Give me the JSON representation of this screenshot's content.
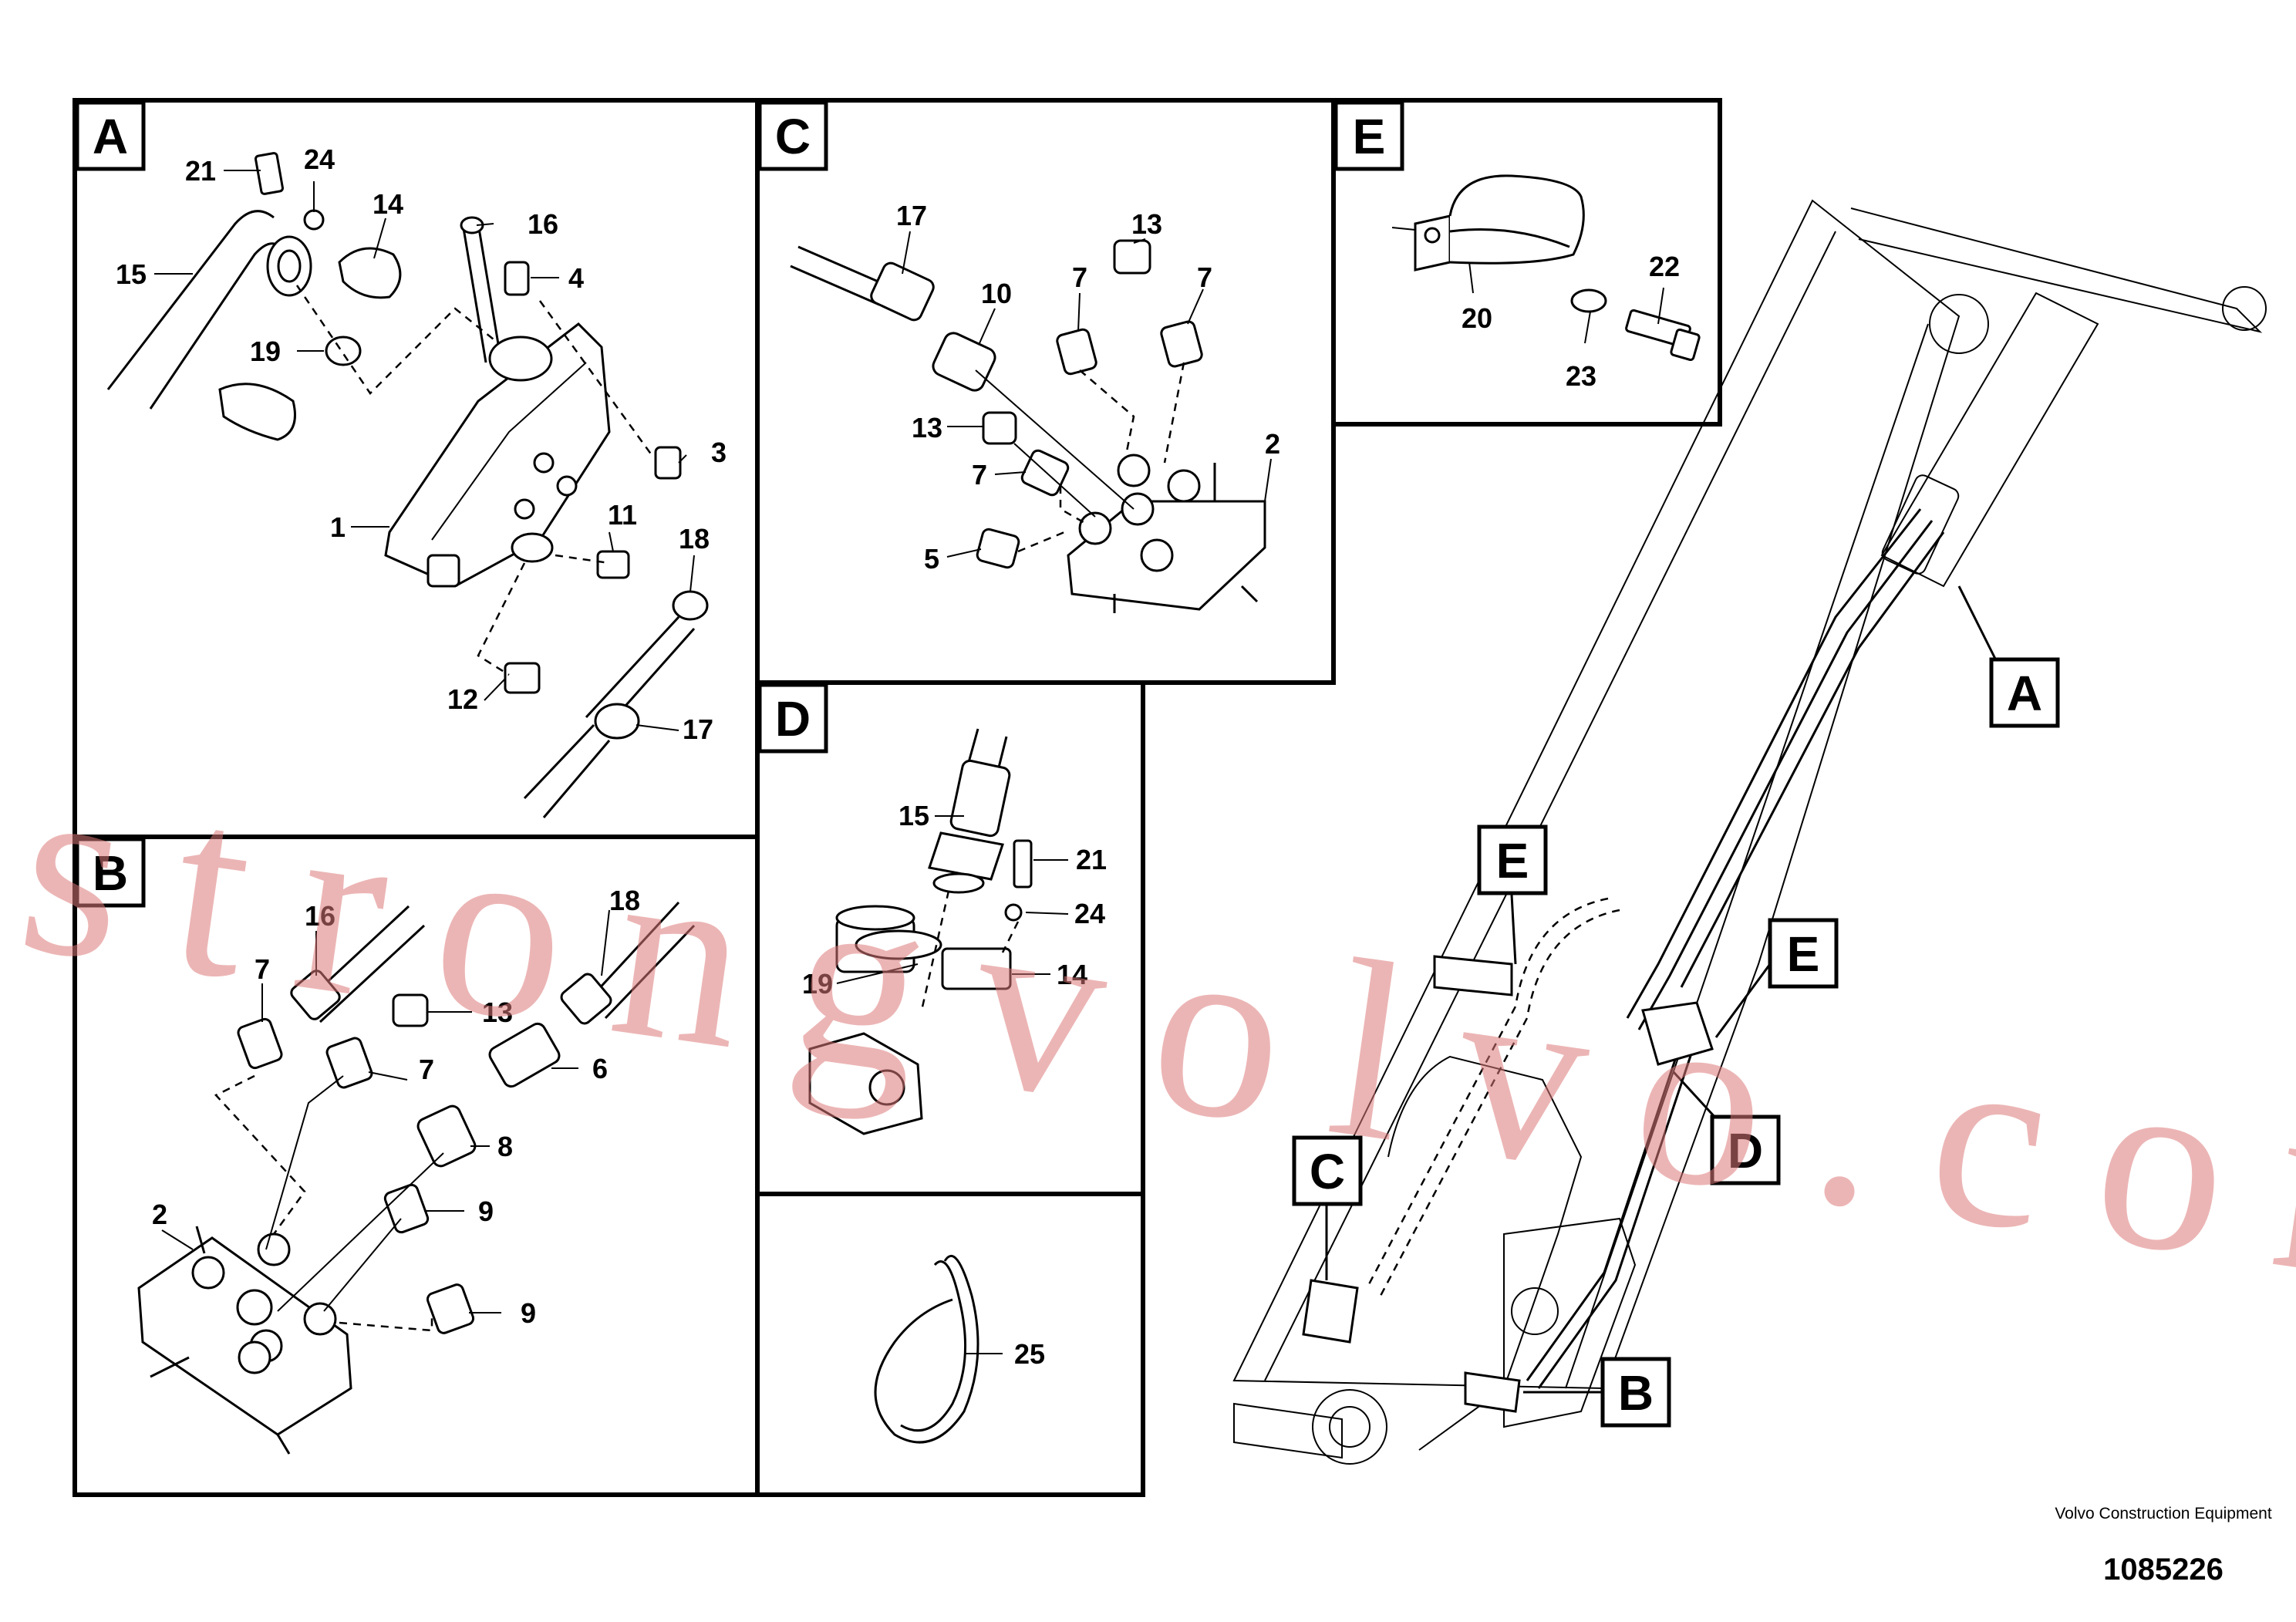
{
  "publisher": "Volvo Construction Equipment",
  "drawing_number": "1085226",
  "watermark": "strongvolvo.com",
  "panels": {
    "A": {
      "label": "A",
      "callouts": [
        "21",
        "24",
        "14",
        "16",
        "15",
        "4",
        "19",
        "3",
        "1",
        "11",
        "18",
        "12",
        "17"
      ]
    },
    "B": {
      "label": "B",
      "callouts": [
        "16",
        "18",
        "7",
        "13",
        "7",
        "6",
        "8",
        "2",
        "9",
        "9"
      ]
    },
    "C": {
      "label": "C",
      "callouts": [
        "17",
        "13",
        "10",
        "7",
        "7",
        "13",
        "2",
        "7",
        "5"
      ]
    },
    "D": {
      "label": "D",
      "callouts": [
        "15",
        "21",
        "24",
        "19",
        "14"
      ]
    },
    "E": {
      "label": "E",
      "callouts": [
        "22",
        "20",
        "23"
      ]
    },
    "tie": {
      "callouts": [
        "25"
      ]
    }
  },
  "overview_tags": [
    "A",
    "E",
    "E",
    "D",
    "C",
    "B"
  ]
}
